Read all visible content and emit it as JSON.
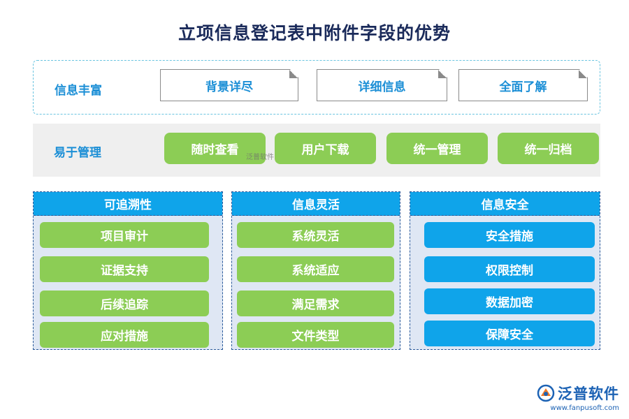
{
  "title": "立项信息登记表中附件字段的优势",
  "row1": {
    "label": "信息丰富",
    "items": [
      "背景详尽",
      "详细信息",
      "全面了解"
    ]
  },
  "row2": {
    "label": "易于管理",
    "items": [
      "随时查看",
      "用户下载",
      "统一管理",
      "统一归档"
    ],
    "watermark": "泛普软件"
  },
  "columns": [
    {
      "header": "可追溯性",
      "items": [
        "项目审计",
        "证据支持",
        "后续追踪",
        "应对措施"
      ],
      "color": "#8ccd55"
    },
    {
      "header": "信息灵活",
      "items": [
        "系统灵活",
        "系统适应",
        "满足需求",
        "文件类型"
      ],
      "color": "#8ccd55"
    },
    {
      "header": "信息安全",
      "items": [
        "安全措施",
        "权限控制",
        "数据加密",
        "保障安全"
      ],
      "color": "#0fa4ea"
    }
  ],
  "logo": {
    "name": "泛普软件",
    "url": "www.fanpusoft.com",
    "icon": "fanpu-logo-icon"
  },
  "colors": {
    "title": "#1a2a5a",
    "accent_blue": "#1c8fd6",
    "header_blue": "#0fa4ea",
    "green": "#8ccd55",
    "panel_bg": "#dfe7f4"
  }
}
